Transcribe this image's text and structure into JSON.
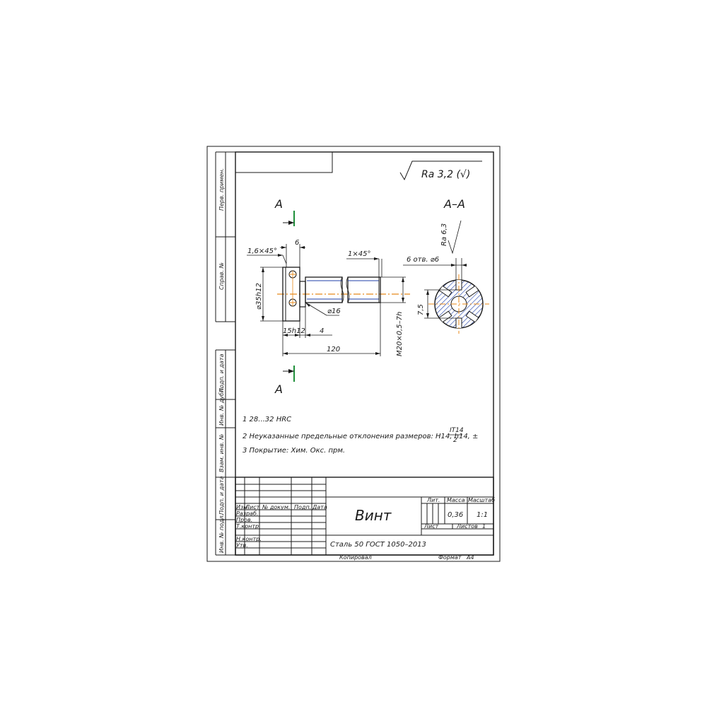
{
  "colors": {
    "line": "#1a1a1a",
    "axis": "#e8891a",
    "contour": "#1f3fa8",
    "hatch": "#1f3fa8",
    "paper": "#ffffff"
  },
  "roughness": {
    "general": "Ra 3,2 (√)",
    "keyway": "Ra 6,3"
  },
  "section": {
    "label_left_top": "A",
    "label_left_bottom": "A",
    "label_view": "A–A"
  },
  "dims": {
    "chamfer_head": "1,6×45°",
    "head_width": "6",
    "chamfer_thread": "1×45°",
    "head_dia": "⌀35h12",
    "hole_dia": "⌀16",
    "head_len": "15h12",
    "neck": "4",
    "length": "120",
    "thread": "M20×0,5–7h",
    "holes": "6 отв. ⌀6",
    "hole_offset": "7,5"
  },
  "notes": [
    "1  28...32 HRC",
    "2  Неуказанные предельные отклонения размеров: H14, h14, ±",
    "3  Покрытие: Хим. Окс. прм."
  ],
  "note2_fraction": {
    "num": "IT14",
    "den": "2"
  },
  "side_labels": [
    "Перв. примен.",
    "Справ. №",
    "Подп. и дата",
    "Инв. № дубл.",
    "Взам. инв. №",
    "Подп. и дата",
    "Инв. № подл."
  ],
  "title_block": {
    "name": "Винт",
    "material": "Сталь 50 ГОСТ 1050–2013",
    "header_lit": "Лит.",
    "header_mass": "Масса",
    "header_scale": "Масштаб",
    "mass": "0,36",
    "scale": "1:1",
    "sheet": "Лист",
    "sheets": "Листов",
    "sheets_count": "1",
    "cols": [
      "Изм.",
      "Лист",
      "№ докум.",
      "Подп.",
      "Дата"
    ],
    "rows": [
      "Разраб.",
      "Пров.",
      "Т.контр.",
      "",
      "Н.контр.",
      "Утв."
    ]
  },
  "footer": {
    "copied": "Копировал",
    "format": "Формат",
    "format_value": "A4"
  }
}
